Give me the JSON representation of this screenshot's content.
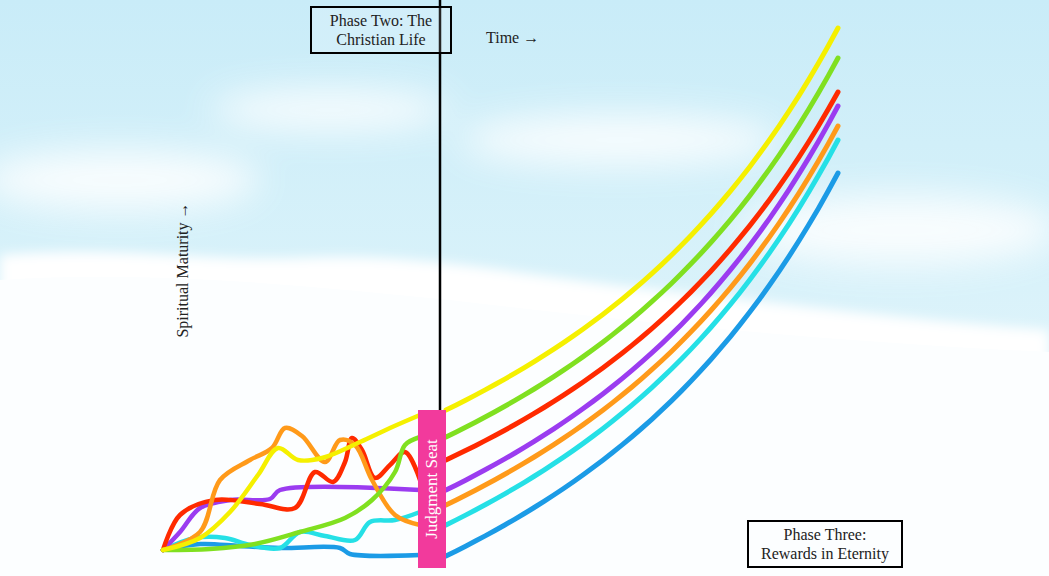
{
  "diagram": {
    "nodes": [
      {
        "text": [
          "Phase Two: The Christian Life"
        ]
      },
      {
        "text": [
          "Judgment Seat"
        ]
      },
      {
        "text": [
          "Phase Three: Rewards in Eternity"
        ]
      }
    ],
    "labels": [
      "Time →",
      "Spiritual Maturity →"
    ]
  }
}
